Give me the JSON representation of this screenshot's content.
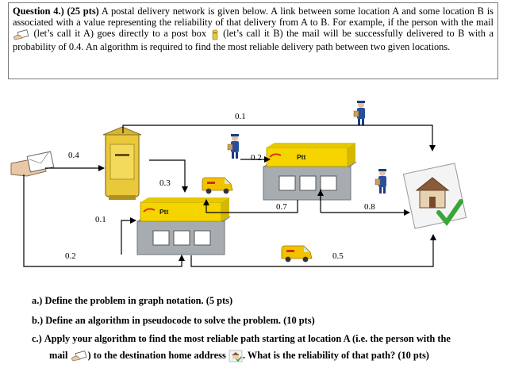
{
  "question": {
    "heading": "Question 4.) (25 pts)",
    "text_1": "A postal delivery network is given below. A link between some location A and some location B is associated with a value representing the reliability of that delivery from A to B. For example, if the person with the mail",
    "text_2": "(let’s call it A) goes directly to a post box",
    "text_3": "(let’s call it B) the mail will be successfully delivered to B with a probability of 0.4. An algorithm is required to find the most reliable delivery path between two given locations."
  },
  "diagram": {
    "ptt_label": "Ptt",
    "edges": [
      {
        "id": "mail-to-postbox",
        "weight": "0.4"
      },
      {
        "id": "postbox-to-office2",
        "weight": "0.3"
      },
      {
        "id": "top-route",
        "weight": "0.1"
      },
      {
        "id": "postman-to-office1",
        "weight": "0.2"
      },
      {
        "id": "office1-to-office2",
        "weight": "0.7"
      },
      {
        "id": "office1-to-home",
        "weight": "0.8"
      },
      {
        "id": "office2-to-office1",
        "weight": "0.1"
      },
      {
        "id": "mail-to-office2-bottom",
        "weight": "0.2"
      },
      {
        "id": "office2-to-home-bottom",
        "weight": "0.5"
      }
    ]
  },
  "subquestions": {
    "a_label": "a.)",
    "a_text": "Define the problem in graph notation.",
    "a_pts": "(5 pts)",
    "b_label": "b.)",
    "b_text": "Define an algorithm in pseudocode to solve the problem.",
    "b_pts": "(10 pts)",
    "c_label": "c.)",
    "c_text_1": "Apply your algorithm to find the most reliable path starting at location A (i.e. the person with the",
    "c_text_2": "mail",
    "c_text_3": ") to the destination home address",
    "c_text_4": ". What is the reliability of that path?",
    "c_pts": "(10 pts)"
  },
  "colors": {
    "ptt_yellow": "#f5d400",
    "office_gray": "#9ea3a8",
    "postbox_yellow": "#e9c93a",
    "van_yellow": "#f2c200",
    "postman_blue": "#2a4f9a",
    "check_green": "#3aa63a"
  }
}
